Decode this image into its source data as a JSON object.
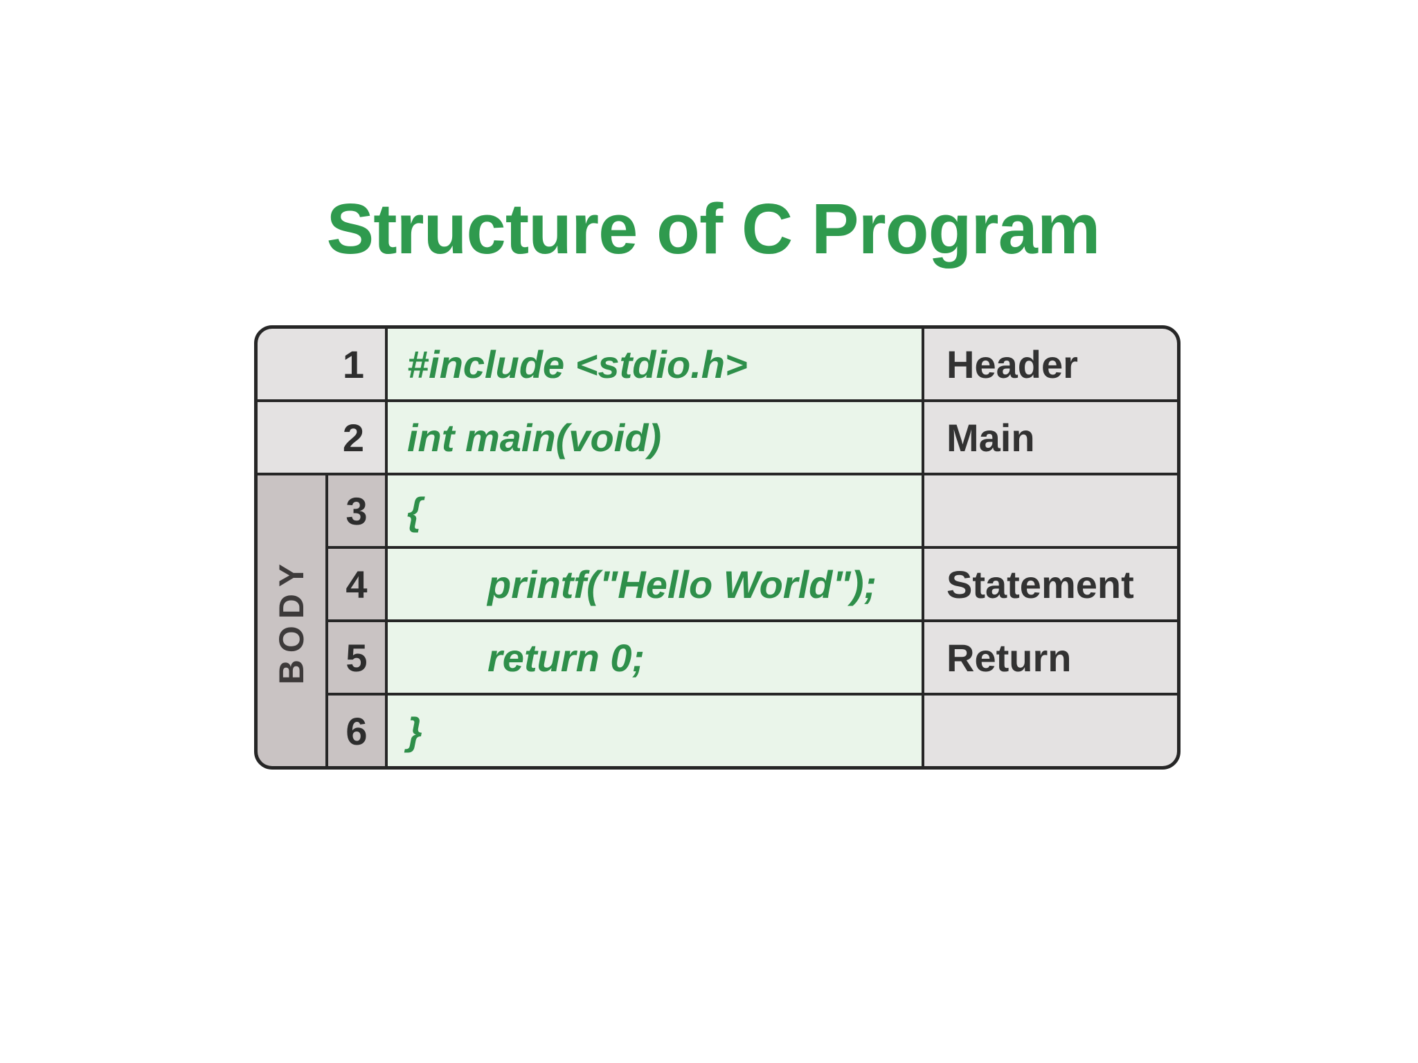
{
  "title": "Structure of C Program",
  "colors": {
    "title_green": "#2f9a4e",
    "code_green": "#2e8f4a",
    "code_cell_bg": "#eaf5ea",
    "light_gray_cell_bg": "#e4e2e2",
    "dark_gray_cell_bg": "#c9c3c3",
    "grid_border": "#262626",
    "label_text": "#323232"
  },
  "table": {
    "body_label": "BODY",
    "rows": [
      {
        "num": "1",
        "code": "#include <stdio.h>",
        "label": "Header"
      },
      {
        "num": "2",
        "code": "int main(void)",
        "label": "Main"
      },
      {
        "num": "3",
        "code": "{",
        "label": ""
      },
      {
        "num": "4",
        "code": "printf(\"Hello World\");",
        "label": "Statement"
      },
      {
        "num": "5",
        "code": "return 0;",
        "label": "Return"
      },
      {
        "num": "6",
        "code": "}",
        "label": ""
      }
    ]
  }
}
